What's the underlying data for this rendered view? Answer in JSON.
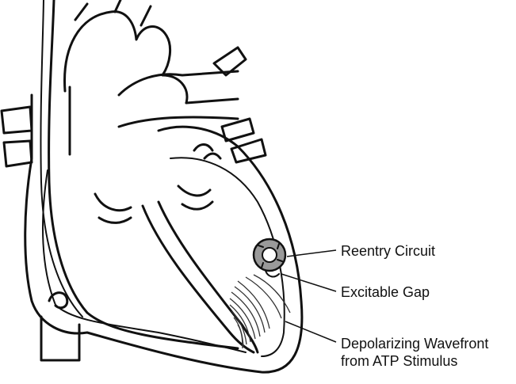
{
  "labels": {
    "reentry_circuit": "Reentry Circuit",
    "excitable_gap": "Excitable Gap",
    "wavefront_line1": "Depolarizing Wavefront",
    "wavefront_line2": "from ATP Stimulus"
  },
  "colors": {
    "line": "#111111",
    "fill": "#ffffff",
    "reentry_fill": "#9a9a9a"
  }
}
